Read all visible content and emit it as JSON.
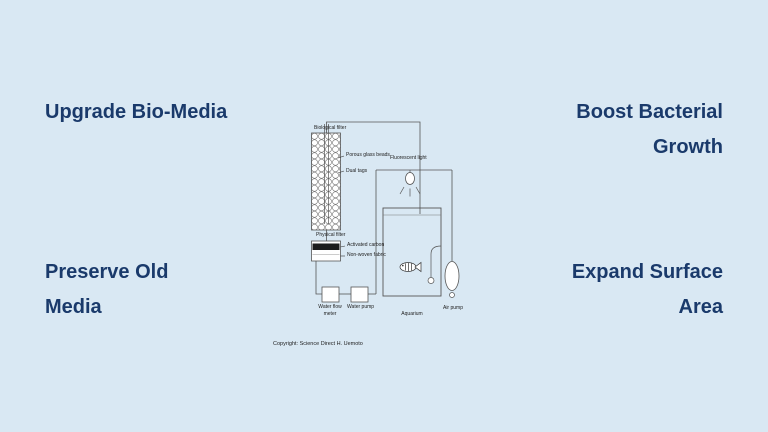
{
  "theme": {
    "background_color": "#d9e8f3",
    "headline_color": "#1a3a6b",
    "diagram_ink_color": "#444444"
  },
  "headlines": {
    "top_left": {
      "line1": "Upgrade Bio-Media"
    },
    "top_right": {
      "line1": "Boost Bacterial",
      "line2": "Growth"
    },
    "bottom_left": {
      "line1": "Preserve Old",
      "line2": "Media"
    },
    "bottom_right": {
      "line1": "Expand Surface",
      "line2": "Area"
    }
  },
  "diagram": {
    "labels": {
      "biological_filter": "Biological filter",
      "porous_glass_beads": "Porous glass beads",
      "dual_tags": "Dual tags",
      "fluorescent_light": "Fluorescent light",
      "physical_filter": "Physical filter",
      "activated_carbon": "Activated carbon",
      "non_woven_fabric": "Non-woven fabric",
      "water_flow_meter": "Water flow meter",
      "water_pump": "Water pump",
      "aquarium": "Aquarium",
      "air_pump": "Air pump"
    },
    "copyright": "Copyright: Science Direct H. Uemoto"
  }
}
